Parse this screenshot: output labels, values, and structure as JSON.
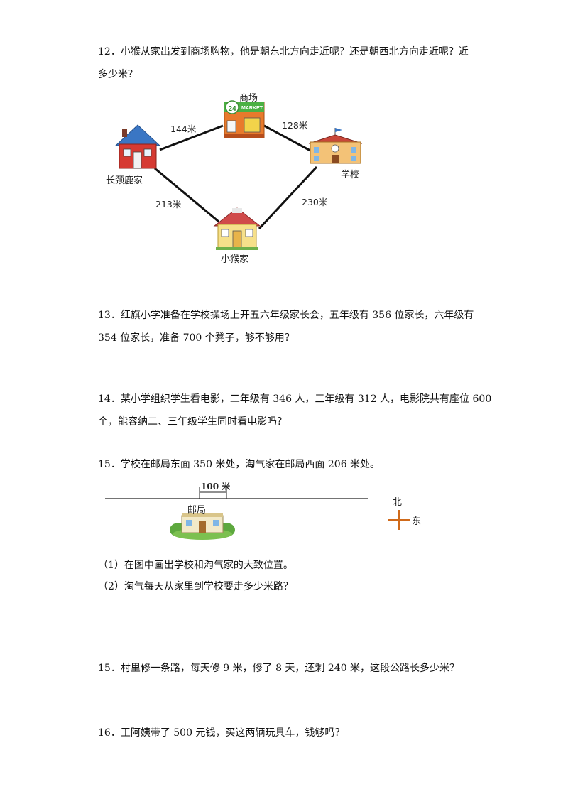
{
  "q12": {
    "line1": "12．小猴从家出发到商场购物，他是朝东北方向走近呢？还是朝西北方向走近呢？近",
    "line2": "多少米？",
    "map": {
      "mall_label": "商场",
      "mall_sign_number": "24",
      "mall_sign_text": "MARKET",
      "giraffe_home_label": "长颈鹿家",
      "school_label": "学校",
      "monkey_home_label": "小猴家",
      "dist_giraffe_mall": "144米",
      "dist_mall_school": "128米",
      "dist_giraffe_monkey": "213米",
      "dist_school_monkey": "230米"
    }
  },
  "q13": {
    "line1": "13．红旗小学准备在学校操场上开五六年级家长会，五年级有 356 位家长，六年级有",
    "line2": "354 位家长，准备 700 个凳子，够不够用？"
  },
  "q14": {
    "line1": "14．某小学组织学生看电影，二年级有 346 人，三年级有 312 人，电影院共有座位 600",
    "line2": "个，能容纳二、三年级学生同时看电影吗？"
  },
  "q15": {
    "line1": "15．学校在邮局东面 350 米处，淘气家在邮局西面 206 米处。",
    "scale_label": "100 米",
    "post_office_label": "邮局",
    "compass_north": "北",
    "compass_east": "东",
    "sub1": "（1）在图中画出学校和淘气家的大致位置。",
    "sub2": "（2）淘气每天从家里到学校要走多少米路？"
  },
  "q15b": {
    "line1": "15．村里修一条路，每天修 9 米，修了 8 天，还剩 240 米，这段公路长多少米？"
  },
  "q16": {
    "line1": "16．王阿姨带了 500 元钱，买这两辆玩具车，钱够吗？"
  }
}
